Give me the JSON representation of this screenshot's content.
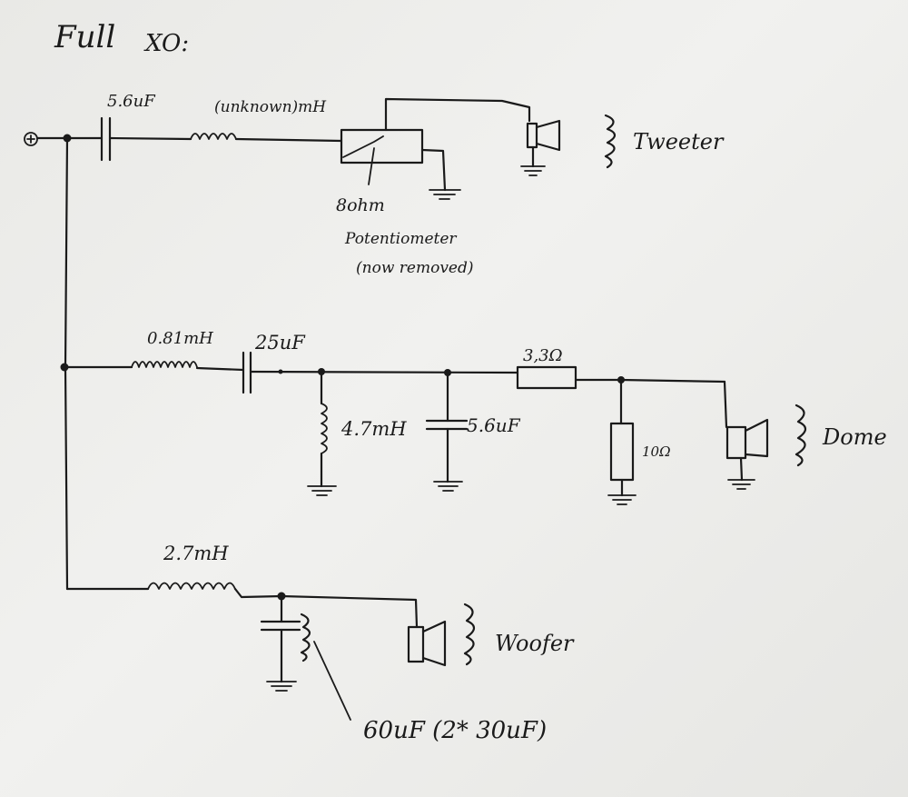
{
  "title": "Full",
  "subtitle": "XO:",
  "labels": {
    "tweeter_cap": "5.6uF",
    "tweeter_inductor": "(unknown)mH",
    "pot_line1": "8ohm",
    "pot_line2": "Potentiometer",
    "pot_line3": "(now removed)",
    "tweeter": "Tweeter",
    "mid_inductor": "0.81mH",
    "mid_cap": "25uF",
    "shunt_inductor": "4.7mH",
    "shunt_cap": "5.6uF",
    "series_res": "3,3Ω",
    "shunt_res": "10Ω",
    "dome": "Dome",
    "woofer_inductor": "2.7mH",
    "woofer": "Woofer",
    "woofer_cap": "60uF (2* 30uF)"
  },
  "symbols": {
    "input": "⊕"
  }
}
